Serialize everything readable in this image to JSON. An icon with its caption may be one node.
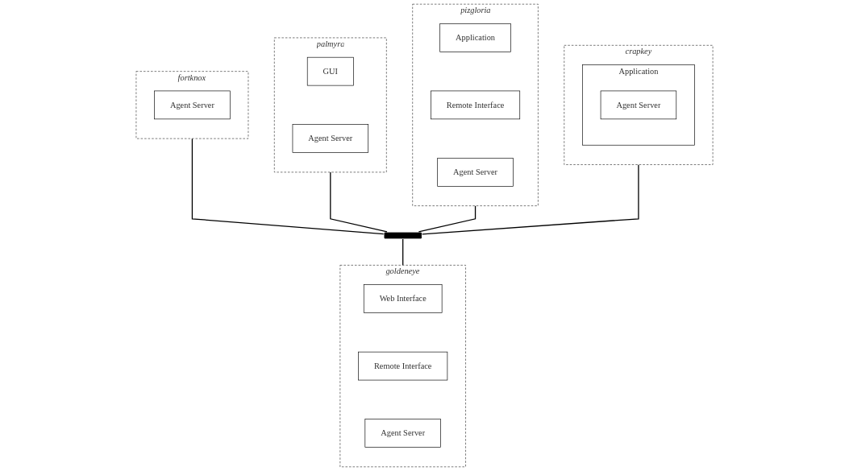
{
  "diagram": {
    "nodes": [
      {
        "text": [
          "fortknox"
        ]
      },
      {
        "text": [
          "Agent Server"
        ],
        "in": 0
      },
      {
        "text": [
          "palmyra"
        ]
      },
      {
        "text": [
          "GUI"
        ],
        "in": 2
      },
      {
        "text": [
          "Agent Server"
        ],
        "in": 2
      },
      {
        "text": [
          "pizgloria"
        ]
      },
      {
        "text": [
          "Application"
        ],
        "in": 5
      },
      {
        "text": [
          "Remote Interface"
        ],
        "in": 5
      },
      {
        "text": [
          "Agent Server"
        ],
        "in": 5
      },
      {
        "text": [
          "crapkey"
        ]
      },
      {
        "text": [
          "Application"
        ],
        "in": 9
      },
      {
        "text": [
          "Agent Server"
        ],
        "in": 10
      },
      {
        "text": [],
        "shape": "bar"
      },
      {
        "text": [
          "goldeneye"
        ]
      },
      {
        "text": [
          "Web Interface"
        ],
        "in": 13
      },
      {
        "text": [
          "Remote Interface"
        ],
        "in": 13
      },
      {
        "text": [
          "Agent Server"
        ],
        "in": 13
      }
    ],
    "edges": [
      {
        "from": 0,
        "to": 12,
        "arrow": "none"
      },
      {
        "from": 2,
        "to": 12,
        "arrow": "none"
      },
      {
        "from": 5,
        "to": 12,
        "arrow": "none"
      },
      {
        "from": 9,
        "to": 12,
        "arrow": "none"
      },
      {
        "from": 12,
        "to": 13,
        "arrow": "none"
      }
    ]
  }
}
